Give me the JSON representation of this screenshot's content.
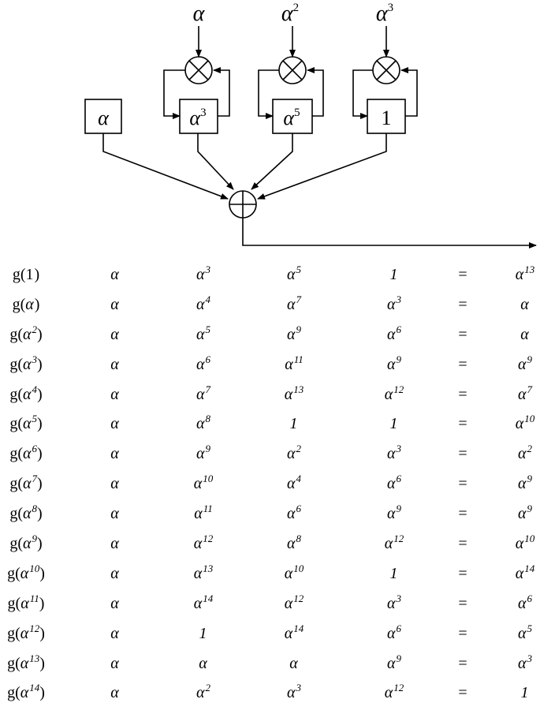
{
  "diagram": {
    "input_coefficients": [
      {
        "base": "α",
        "exp": ""
      },
      {
        "base": "α",
        "exp": "2"
      },
      {
        "base": "α",
        "exp": "3"
      }
    ],
    "registers": [
      {
        "base": "α",
        "exp": ""
      },
      {
        "base": "α",
        "exp": "3"
      },
      {
        "base": "α",
        "exp": "5"
      },
      {
        "base": "1",
        "exp": ""
      }
    ]
  },
  "table": {
    "rows": [
      {
        "g_base": "1",
        "g_exp": "",
        "terms": [
          [
            "α",
            ""
          ],
          [
            "α",
            "3"
          ],
          [
            "α",
            "5"
          ],
          [
            "1",
            ""
          ]
        ],
        "eq": "=",
        "result": [
          "α",
          "13"
        ]
      },
      {
        "g_base": "α",
        "g_exp": "",
        "terms": [
          [
            "α",
            ""
          ],
          [
            "α",
            "4"
          ],
          [
            "α",
            "7"
          ],
          [
            "α",
            "3"
          ]
        ],
        "eq": "=",
        "result": [
          "α",
          ""
        ]
      },
      {
        "g_base": "α",
        "g_exp": "2",
        "terms": [
          [
            "α",
            ""
          ],
          [
            "α",
            "5"
          ],
          [
            "α",
            "9"
          ],
          [
            "α",
            "6"
          ]
        ],
        "eq": "=",
        "result": [
          "α",
          ""
        ]
      },
      {
        "g_base": "α",
        "g_exp": "3",
        "terms": [
          [
            "α",
            ""
          ],
          [
            "α",
            "6"
          ],
          [
            "α",
            "11"
          ],
          [
            "α",
            "9"
          ]
        ],
        "eq": "=",
        "result": [
          "α",
          "9"
        ]
      },
      {
        "g_base": "α",
        "g_exp": "4",
        "terms": [
          [
            "α",
            ""
          ],
          [
            "α",
            "7"
          ],
          [
            "α",
            "13"
          ],
          [
            "α",
            "12"
          ]
        ],
        "eq": "=",
        "result": [
          "α",
          "7"
        ]
      },
      {
        "g_base": "α",
        "g_exp": "5",
        "terms": [
          [
            "α",
            ""
          ],
          [
            "α",
            "8"
          ],
          [
            "1",
            ""
          ],
          [
            "1",
            ""
          ]
        ],
        "eq": "=",
        "result": [
          "α",
          "10"
        ]
      },
      {
        "g_base": "α",
        "g_exp": "6",
        "terms": [
          [
            "α",
            ""
          ],
          [
            "α",
            "9"
          ],
          [
            "α",
            "2"
          ],
          [
            "α",
            "3"
          ]
        ],
        "eq": "=",
        "result": [
          "α",
          "2"
        ]
      },
      {
        "g_base": "α",
        "g_exp": "7",
        "terms": [
          [
            "α",
            ""
          ],
          [
            "α",
            "10"
          ],
          [
            "α",
            "4"
          ],
          [
            "α",
            "6"
          ]
        ],
        "eq": "=",
        "result": [
          "α",
          "9"
        ]
      },
      {
        "g_base": "α",
        "g_exp": "8",
        "terms": [
          [
            "α",
            ""
          ],
          [
            "α",
            "11"
          ],
          [
            "α",
            "6"
          ],
          [
            "α",
            "9"
          ]
        ],
        "eq": "=",
        "result": [
          "α",
          "9"
        ]
      },
      {
        "g_base": "α",
        "g_exp": "9",
        "terms": [
          [
            "α",
            ""
          ],
          [
            "α",
            "12"
          ],
          [
            "α",
            "8"
          ],
          [
            "α",
            "12"
          ]
        ],
        "eq": "=",
        "result": [
          "α",
          "10"
        ]
      },
      {
        "g_base": "α",
        "g_exp": "10",
        "terms": [
          [
            "α",
            ""
          ],
          [
            "α",
            "13"
          ],
          [
            "α",
            "10"
          ],
          [
            "1",
            ""
          ]
        ],
        "eq": "=",
        "result": [
          "α",
          "14"
        ]
      },
      {
        "g_base": "α",
        "g_exp": "11",
        "terms": [
          [
            "α",
            ""
          ],
          [
            "α",
            "14"
          ],
          [
            "α",
            "12"
          ],
          [
            "α",
            "3"
          ]
        ],
        "eq": "=",
        "result": [
          "α",
          "6"
        ]
      },
      {
        "g_base": "α",
        "g_exp": "12",
        "terms": [
          [
            "α",
            ""
          ],
          [
            "1",
            ""
          ],
          [
            "α",
            "14"
          ],
          [
            "α",
            "6"
          ]
        ],
        "eq": "=",
        "result": [
          "α",
          "5"
        ]
      },
      {
        "g_base": "α",
        "g_exp": "13",
        "terms": [
          [
            "α",
            ""
          ],
          [
            "α",
            ""
          ],
          [
            "α",
            ""
          ],
          [
            "α",
            "9"
          ]
        ],
        "eq": "=",
        "result": [
          "α",
          "3"
        ]
      },
      {
        "g_base": "α",
        "g_exp": "14",
        "terms": [
          [
            "α",
            ""
          ],
          [
            "α",
            "2"
          ],
          [
            "α",
            "3"
          ],
          [
            "α",
            "12"
          ]
        ],
        "eq": "=",
        "result": [
          "1",
          ""
        ]
      }
    ]
  }
}
